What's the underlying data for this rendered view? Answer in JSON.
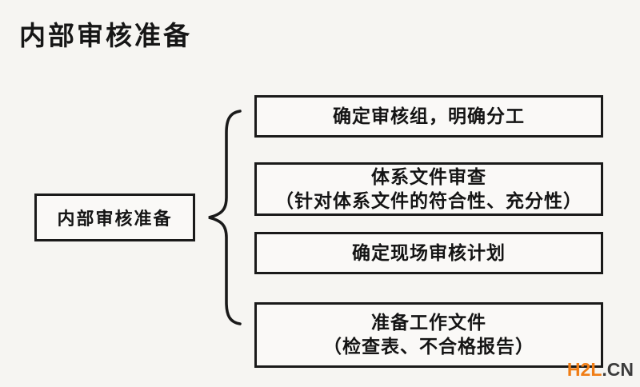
{
  "page": {
    "title": "内部审核准备",
    "background_color": "#f6f5f2",
    "line_color": "#1a1a1a"
  },
  "diagram": {
    "root": {
      "label": "内部审核准备"
    },
    "connector": "left-curly-brace",
    "items": [
      {
        "line1": "确定审核组，明确分工",
        "line2": ""
      },
      {
        "line1": "体系文件审查",
        "line2": "（针对体系文件的符合性、充分性）"
      },
      {
        "line1": "确定现场审核计划",
        "line2": ""
      },
      {
        "line1": "准备工作文件",
        "line2": "（检查表、不合格报告）"
      }
    ]
  },
  "watermark": {
    "prefix": "H2L",
    "suffix": ".CN",
    "prefix_color": "#f07d15",
    "suffix_color": "#3b3b3b"
  }
}
